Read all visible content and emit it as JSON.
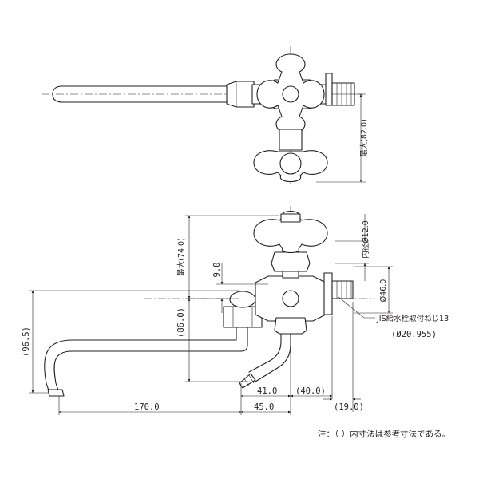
{
  "dimensions": {
    "max_82": "最大(82.0)",
    "max_74": "最大(74.0)",
    "inner_dia_12": "内径Ø12.0",
    "dia_46": "Ø46.0",
    "v_9": "9.0",
    "v_86": "(86.0)",
    "v_96_5": "(96.5)",
    "h_41": "41.0",
    "h_40": "(40.0)",
    "h_19": "(19.0)",
    "h_170": "170.0",
    "h_45": "45.0",
    "jis_thread": "JIS給水栓取付ねじ13",
    "jis_dia": "(Ø20.955)"
  },
  "note": "注：（ ）内寸法は参考寸法である。"
}
